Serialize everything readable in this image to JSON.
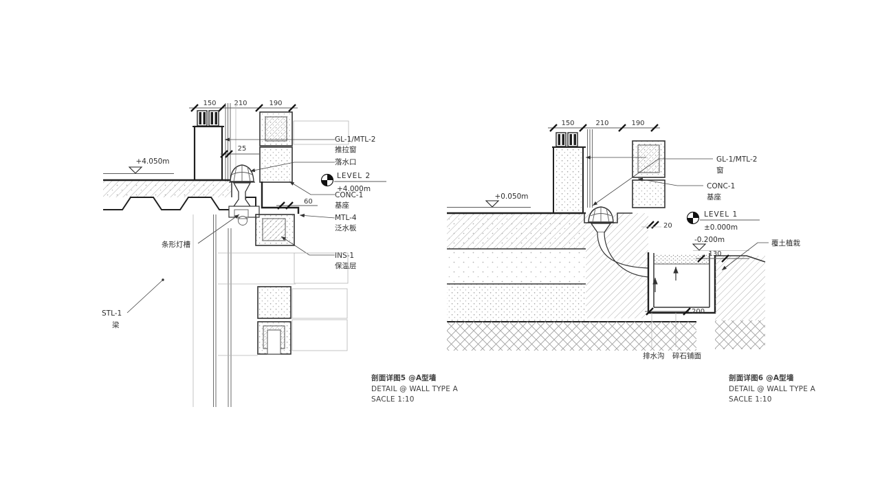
{
  "left_detail": {
    "dims": {
      "w1": "150",
      "w2": "210",
      "w3": "190",
      "gap": "25",
      "flashing": "60"
    },
    "levels": {
      "slab_top": "+4.050m",
      "name": "LEVEL 2",
      "value": "+4.000m"
    },
    "labels": {
      "window_code": "GL-1/MTL-2",
      "window_name": "推拉窗",
      "drain": "落水口",
      "base_code": "CONC-1",
      "base_name": "基座",
      "flashing_code": "MTL-4",
      "flashing_name": "泛水板",
      "insulation_code": "INS-1",
      "insulation_name": "保温层",
      "light_trough": "条形灯槽",
      "beam_code": "STL-1",
      "beam_name": "梁"
    },
    "title": {
      "zh": "剖面详图5 @A型墙",
      "en": "DETAIL @ WALL TYPE A",
      "scale": "SACLE 1:10"
    }
  },
  "right_detail": {
    "dims": {
      "w1": "150",
      "w2": "210",
      "w3": "190",
      "d20": "20",
      "d130": "130",
      "d200": "200"
    },
    "levels": {
      "slab_top": "+0.050m",
      "name": "LEVEL 1",
      "value": "±0.000m",
      "ground": "-0.200m"
    },
    "labels": {
      "window_code": "GL-1/MTL-2",
      "window_name": "窗",
      "base_code": "CONC-1",
      "base_name": "基座",
      "planting": "覆土植栽",
      "drainage": "排水沟",
      "gravel": "碎石铺面"
    },
    "title": {
      "zh": "剖面详图6 @A型墙",
      "en": "DETAIL @ WALL TYPE A",
      "scale": "SACLE 1:10"
    }
  }
}
